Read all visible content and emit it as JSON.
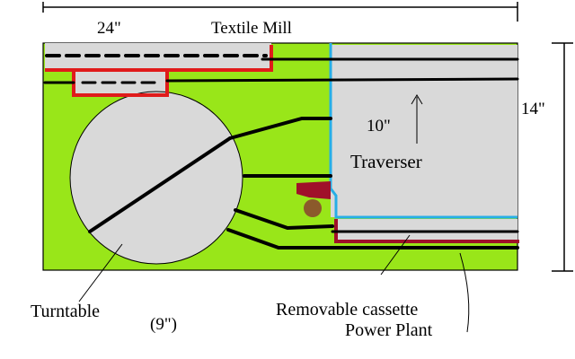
{
  "labels": {
    "width_24": "24\"",
    "textile_mill": "Textile Mill",
    "height_14": "14\"",
    "width_10": "10\"",
    "traverser": "Traverser",
    "turntable": "Turntable",
    "diameter_9": "(9\")",
    "removable_cassette": "Removable cassette",
    "power_plant": "Power Plant"
  },
  "colors": {
    "baseboard": "#99e619",
    "structure": "#d9d9d9",
    "track": "#000000",
    "mill_outline": "#e01b1b",
    "traverser_outline": "#27aee6",
    "power_plant_outline": "#a0102a",
    "marker": "#8b5a2b"
  }
}
